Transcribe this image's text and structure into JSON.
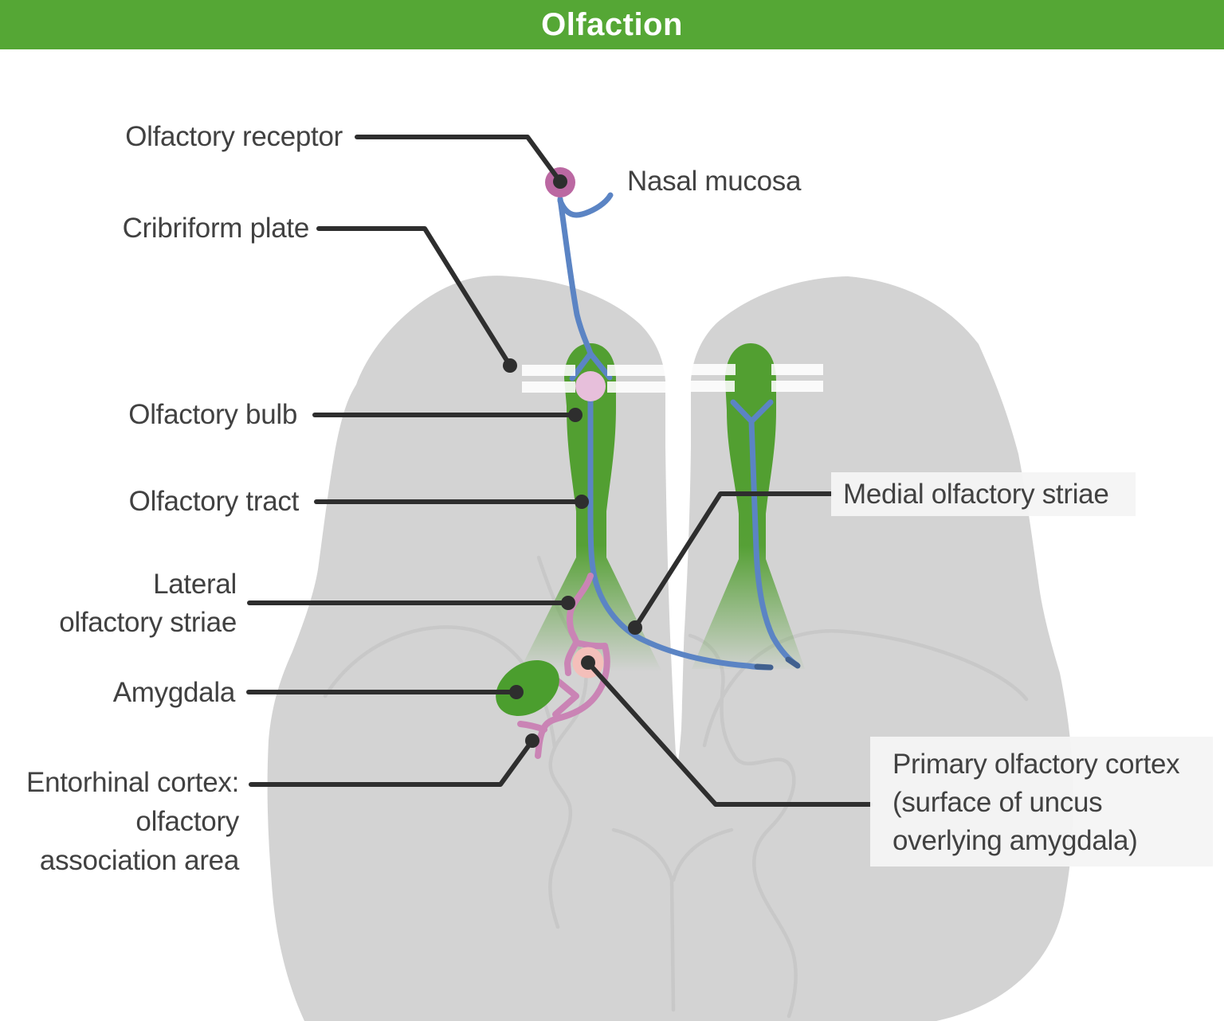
{
  "title": "Olfaction",
  "colors": {
    "header_green": "#55a735",
    "anatomy_green": "#529f31",
    "brain_gray": "#d3d3d3",
    "sulci_gray": "#c7c7c7",
    "leader_dark": "#2e2e2e",
    "nerve_blue": "#5b84c4",
    "nerve_blue_tip": "#41608f",
    "striae_pink": "#ca84b5",
    "receptor_plum": "#bb68a2",
    "glomerulus_pink": "#e7bfdb",
    "cortex_salmon": "#f4bfba",
    "cribriform_white": "rgba(255,255,255,0.88)"
  },
  "labels": {
    "olfactory_receptor": {
      "text": "Olfactory receptor"
    },
    "nasal_mucosa": {
      "text": "Nasal mucosa"
    },
    "cribriform_plate": {
      "text": "Cribriform plate"
    },
    "olfactory_bulb": {
      "text": "Olfactory bulb"
    },
    "olfactory_tract": {
      "text": "Olfactory tract"
    },
    "lateral_olfactory_striae": {
      "lines": [
        "Lateral",
        "olfactory striae"
      ]
    },
    "amygdala": {
      "text": "Amygdala"
    },
    "entorhinal_cortex": {
      "lines": [
        "Entorhinal cortex:",
        "olfactory",
        "association area"
      ]
    },
    "medial_olfactory_striae": {
      "text": "Medial olfactory striae"
    },
    "primary_olfactory_cortex": {
      "lines": [
        "Primary olfactory cortex",
        "(surface of uncus",
        "overlying amygdala)"
      ]
    }
  }
}
